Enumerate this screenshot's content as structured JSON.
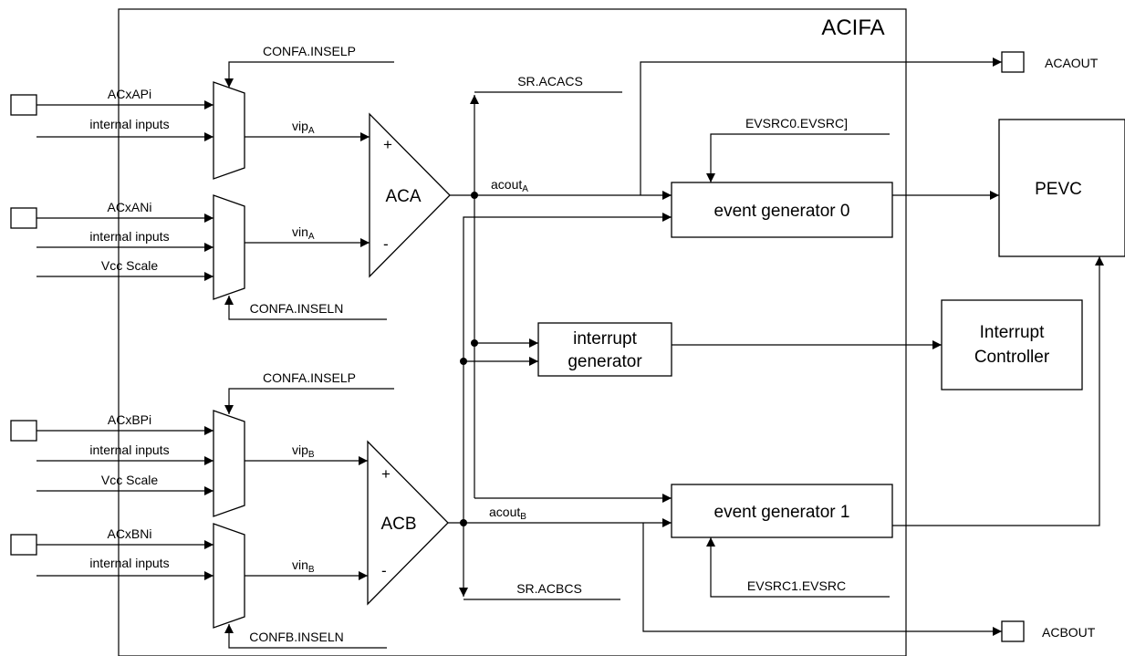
{
  "block_title": "ACIFA",
  "comparator_a": {
    "label": "ACA",
    "plus": "+",
    "minus": "-"
  },
  "comparator_b": {
    "label": "ACB",
    "plus": "+",
    "minus": "-"
  },
  "mux_inputs": {
    "ap": "ACxAPi",
    "an": "ACxANi",
    "bp": "ACxBPi",
    "bn": "ACxBNi",
    "internal": "internal inputs",
    "vcc": "Vcc Scale"
  },
  "control_signals": {
    "confa_inselp_a": "CONFA.INSELP",
    "confa_inseln": "CONFA.INSELN",
    "confa_inselp_b": "CONFA.INSELP",
    "confb_inseln": "CONFB.INSELN",
    "sr_acacs": "SR.ACACS",
    "sr_acbcs": "SR.ACBCS",
    "evsrc0": "EVSRC0.EVSRC]",
    "evsrc1": "EVSRC1.EVSRC"
  },
  "signals": {
    "vip": "vip",
    "vin": "vin",
    "acout": "acout",
    "sub_a": "A",
    "sub_b": "B"
  },
  "blocks": {
    "event_gen_0": "event generator 0",
    "event_gen_1": "event generator 1",
    "interrupt_gen_line1": "interrupt",
    "interrupt_gen_line2": "generator",
    "pevc": "PEVC",
    "interrupt_ctrl_line1": "Interrupt",
    "interrupt_ctrl_line2": "Controller"
  },
  "outputs": {
    "acaout": "ACAOUT",
    "acbout": "ACBOUT"
  }
}
